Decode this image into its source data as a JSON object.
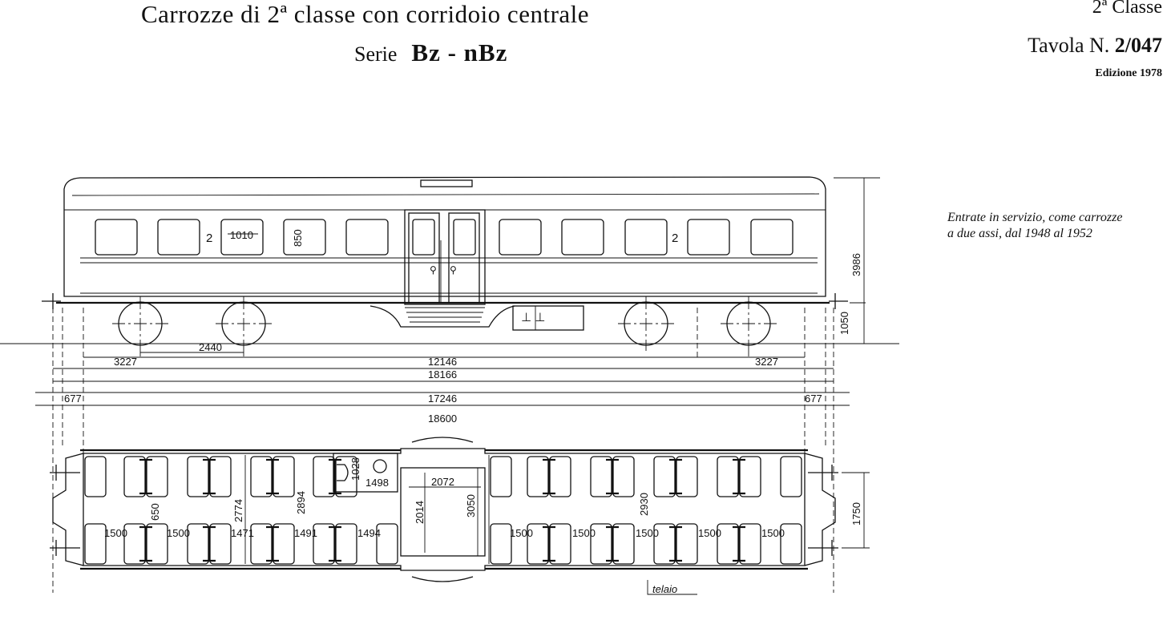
{
  "header": {
    "title": "Carrozze di 2ª classe con corridoio centrale",
    "serie_label": "Serie",
    "serie_value": "Bz - nBz",
    "classe": "2ª Classe",
    "tavola_label": "Tavola N.",
    "tavola_number": "2/047",
    "edizione": "Edizione 1978"
  },
  "note": {
    "line1": "Entrate in servizio, come carrozze",
    "line2": "a due assi, dal 1948 al 1952"
  },
  "side_view": {
    "class_mark_left": "2",
    "class_mark_right": "2",
    "window_width": "1010",
    "window_height": "850",
    "total_height": "3986",
    "buffer_height": "1050"
  },
  "dimensions": {
    "bogie_distance_left": "3227",
    "axle_spacing": "2440",
    "bogie_pivot_distance": "12146",
    "bogie_distance_right": "3227",
    "body_length": "18166",
    "overhang_left": "677",
    "frame_length": "17246",
    "overhang_right": "677",
    "length_over_buffers": "18600"
  },
  "plan_view": {
    "seat_pitch_1": "1500",
    "seat_pitch_2": "1500",
    "seat_pitch_3": "1471",
    "seat_pitch_4": "1491",
    "seat_pitch_5": "1494",
    "seat_pitch_6": "1500",
    "seat_pitch_7": "1500",
    "seat_pitch_8": "1500",
    "seat_pitch_9": "1500",
    "aisle_width": "650",
    "inner_width": "2774",
    "body_width": "2894",
    "wc_width": "1028",
    "wc_length": "1498",
    "vestibule_length": "2072",
    "door_width": "2014",
    "vestibule_width": "3050",
    "width_over_seats": "2930",
    "buffer_spacing": "1750",
    "frame_label": "telaio"
  }
}
